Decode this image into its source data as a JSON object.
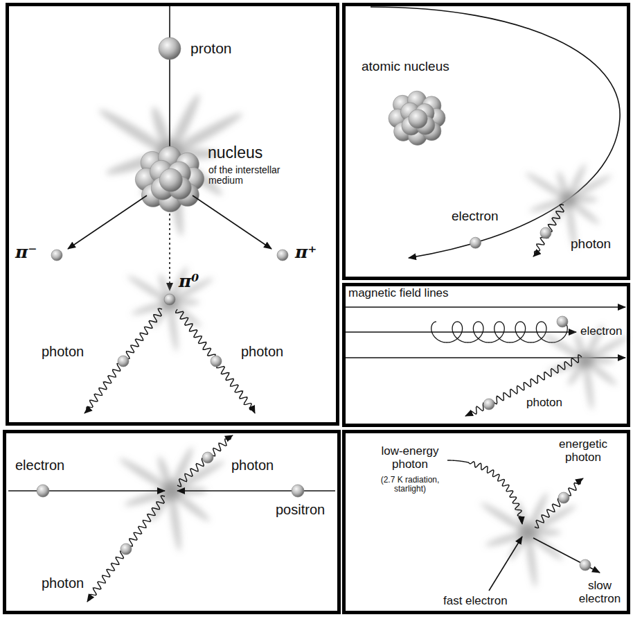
{
  "diagram": {
    "nodes": [
      {
        "text": [
          "proton",
          "nucleus",
          "of the interstellar medium",
          "π⁻",
          "π⁺",
          "π⁰",
          "photon",
          "photon"
        ]
      },
      {
        "text": [
          "atomic nucleus",
          "electron",
          "photon"
        ]
      },
      {
        "text": [
          "magnetic field lines",
          "electron",
          "photon"
        ]
      },
      {
        "text": [
          "electron",
          "photon",
          "positron",
          "photon"
        ]
      },
      {
        "text": [
          "low-energy photon",
          "(2.7 K radiation, starlight)",
          "energetic photon",
          "fast electron",
          "slow electron"
        ]
      }
    ]
  }
}
